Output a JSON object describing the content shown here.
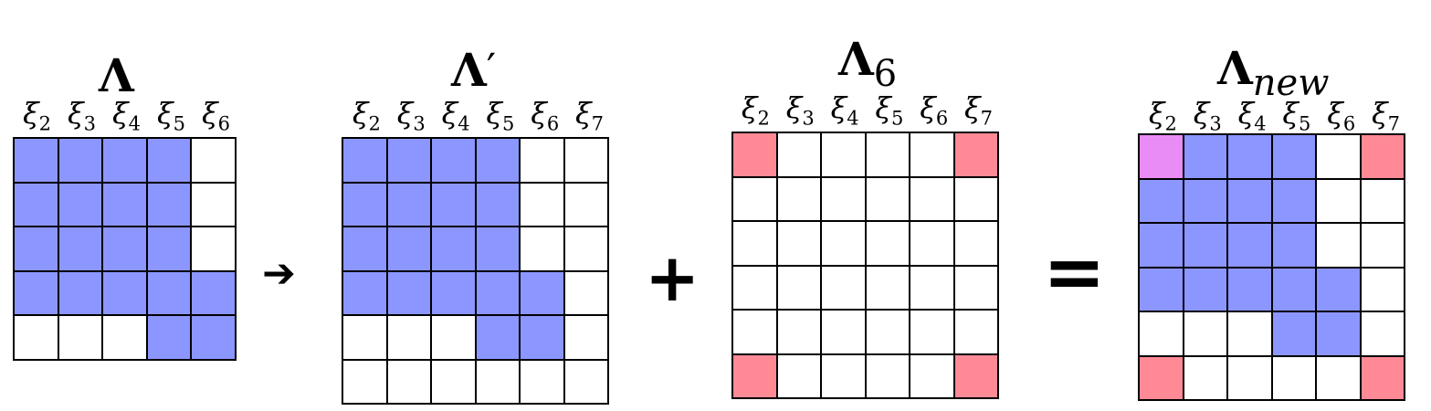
{
  "matrices": [
    {
      "id": "lambda",
      "title": "Λ",
      "title_suffix": "",
      "title_sub": "",
      "columns": [
        {
          "sym": "ξ",
          "sub": "2"
        },
        {
          "sym": "ξ",
          "sub": "3"
        },
        {
          "sym": "ξ",
          "sub": "4"
        },
        {
          "sym": "ξ",
          "sub": "5"
        },
        {
          "sym": "ξ",
          "sub": "6"
        }
      ],
      "cells": [
        "bbbbw",
        "bbbbw",
        "bbbbw",
        "bbbbb",
        "wwwbb"
      ]
    },
    {
      "id": "lambda-prime",
      "title": "Λ",
      "title_suffix": "′",
      "title_sub": "",
      "columns": [
        {
          "sym": "ξ",
          "sub": "2"
        },
        {
          "sym": "ξ",
          "sub": "3"
        },
        {
          "sym": "ξ",
          "sub": "4"
        },
        {
          "sym": "ξ",
          "sub": "5"
        },
        {
          "sym": "ξ",
          "sub": "6"
        },
        {
          "sym": "ξ",
          "sub": "7"
        }
      ],
      "cells": [
        "bbbbww",
        "bbbbww",
        "bbbbww",
        "bbbbbw",
        "wwwbbw",
        "wwwwww"
      ]
    },
    {
      "id": "lambda-6",
      "title": "Λ",
      "title_suffix": "",
      "title_sub": "6",
      "columns": [
        {
          "sym": "ξ",
          "sub": "2"
        },
        {
          "sym": "ξ",
          "sub": "3"
        },
        {
          "sym": "ξ",
          "sub": "4"
        },
        {
          "sym": "ξ",
          "sub": "5"
        },
        {
          "sym": "ξ",
          "sub": "6"
        },
        {
          "sym": "ξ",
          "sub": "7"
        }
      ],
      "cells": [
        "rwwwwr",
        "wwwwww",
        "wwwwww",
        "wwwwww",
        "wwwwww",
        "rwwwwr"
      ]
    },
    {
      "id": "lambda-new",
      "title": "Λ",
      "title_suffix": "",
      "title_sub": "new",
      "columns": [
        {
          "sym": "ξ",
          "sub": "2"
        },
        {
          "sym": "ξ",
          "sub": "3"
        },
        {
          "sym": "ξ",
          "sub": "4"
        },
        {
          "sym": "ξ",
          "sub": "5"
        },
        {
          "sym": "ξ",
          "sub": "6"
        },
        {
          "sym": "ξ",
          "sub": "7"
        }
      ],
      "cells": [
        "pbbbwr",
        "bbbbww",
        "bbbbww",
        "bbbbbw",
        "wwwbbw",
        "rwwwwr"
      ]
    }
  ],
  "operators": {
    "arrow": "➔",
    "plus": "+",
    "equals": "="
  },
  "colors": {
    "blue": "#8c96ff",
    "red": "#ff8a96",
    "purple": "#e98cf6",
    "white": "#ffffff",
    "line": "#000000"
  }
}
